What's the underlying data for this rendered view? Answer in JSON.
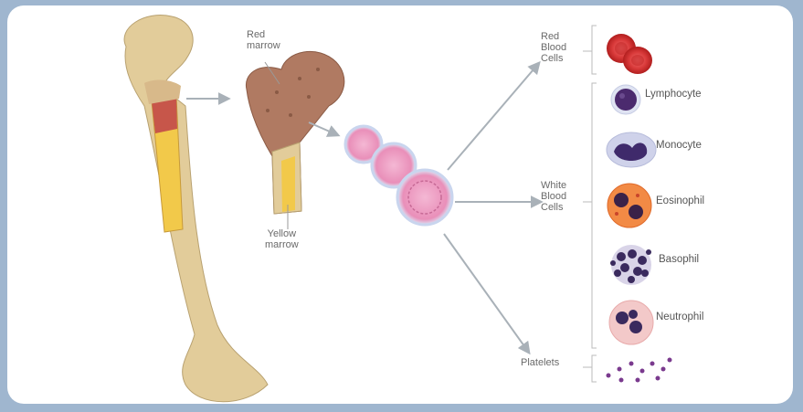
{
  "labels": {
    "red_marrow": [
      "Red",
      "marrow"
    ],
    "yellow_marrow": [
      "Yellow",
      "marrow"
    ],
    "red_blood_cells": [
      "Red",
      "Blood",
      "Cells"
    ],
    "white_blood_cells": [
      "White",
      "Blood",
      "Cells"
    ],
    "platelets": "Platelets",
    "lymphocyte": "Lymphocyte",
    "monocyte": "Monocyte",
    "eosinophil": "Eosinophil",
    "basophil": "Basophil",
    "neutrophil": "Neutrophil"
  },
  "colors": {
    "background": "#9fb6cf",
    "bone": "#e2cc9a",
    "marrow_red": "#b07a62",
    "marrow_yellow": "#f2c94a",
    "arrow": "#a9b1b8",
    "rbc": "#d93a3a",
    "stem_cell": "#e98fb9"
  }
}
